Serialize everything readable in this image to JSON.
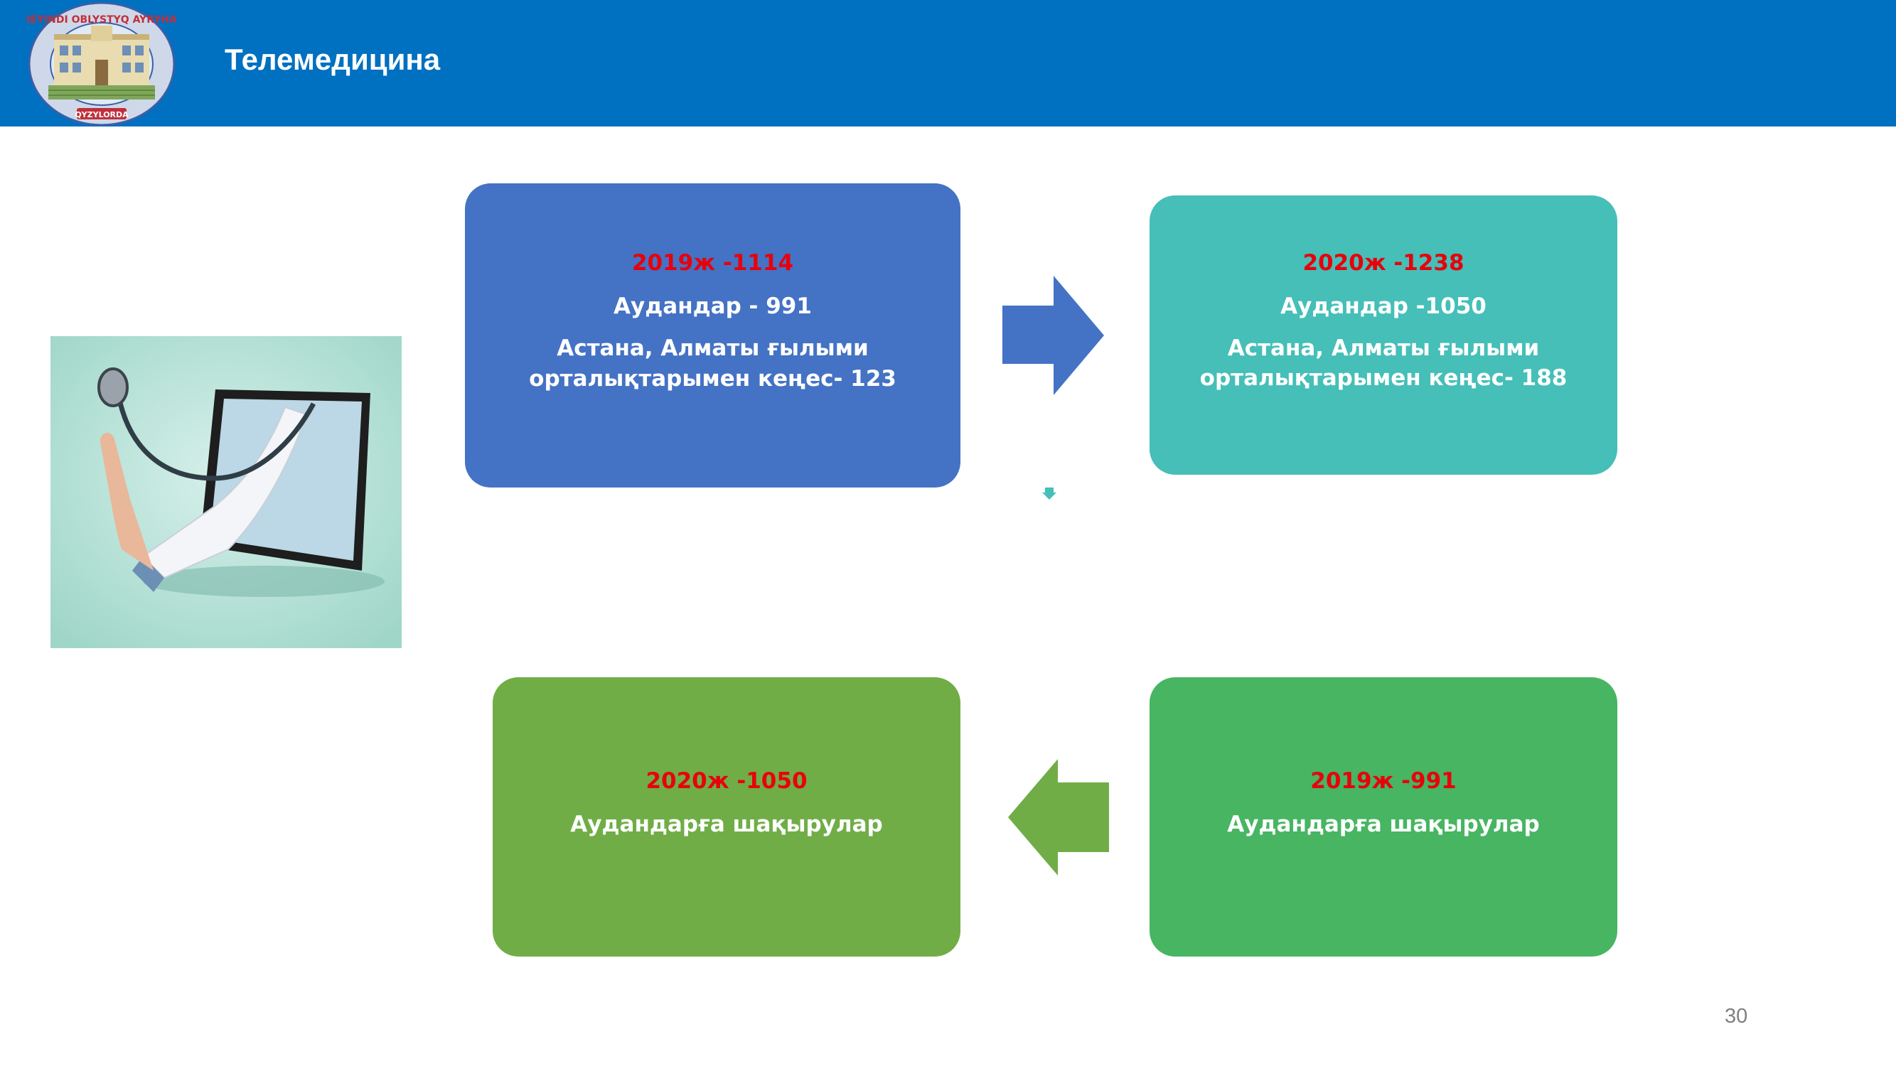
{
  "header": {
    "title": "Телемедицина"
  },
  "logo": {
    "top_text": "KOP BEYINDI OBLYSTYQ AYRYHANASY",
    "bottom_text": "QYZYLORDA"
  },
  "boxes": {
    "top_left": {
      "year_line": "2019ж -1114",
      "line1": "Аудандар - 991",
      "line2": "Астана, Алматы ғылыми орталықтарымен кеңес- 123",
      "color": "#4472c4"
    },
    "top_right": {
      "year_line": "2020ж -1238",
      "line1": "Аудандар -1050",
      "line2": "Астана, Алматы ғылыми орталықтарымен кеңес- 188",
      "color": "#45bfb8"
    },
    "bottom_left": {
      "year_line": "2020ж -1050",
      "line1": "Аудандарға шақырулар",
      "color": "#70ad47"
    },
    "bottom_right": {
      "year_line": "2019ж -991",
      "line1": "Аудандарға шақырулар",
      "color": "#47b562"
    }
  },
  "accent_red": "#e8000b",
  "header_color": "#0070c0",
  "page_number": "30"
}
